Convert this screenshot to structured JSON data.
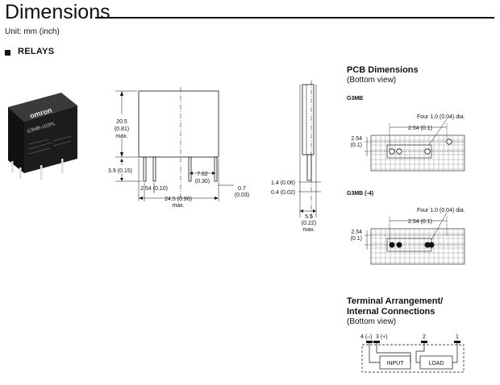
{
  "header": {
    "title": "Dimensions",
    "unit_note": "Unit: mm (inch)"
  },
  "section": {
    "title": "RELAYS"
  },
  "relay_photo": {
    "brand": "omron",
    "model": "G3MB-102PL"
  },
  "front_view": {
    "height": "20.5",
    "height_in": "(0.81)",
    "height_max": "max.",
    "pin_length": "3.9 (0.15)",
    "pin_pitch": "2.54 (0.10)",
    "pin_span": "7.62",
    "pin_span_in": "(0.30)",
    "pin_thick": "0.7",
    "pin_thick_in": "(0.03)",
    "width": "24.5 (0.96)",
    "width_max": "max."
  },
  "side_view": {
    "pin_width_a": "1.4 (0.06)",
    "pin_width_b": "0.4 (0.02)",
    "depth": "5.5",
    "depth_in": "(0.22)",
    "depth_max": "max."
  },
  "pcb": {
    "title": "PCB Dimensions",
    "subtitle": "(Bottom view)",
    "g3mb": {
      "label": "G3MB",
      "hole_note": "Four 1.0 (0.04) dia.",
      "pitch": "2.54 (0.1)",
      "row_a": "2.54",
      "row_b": "(0.1)"
    },
    "g3mb4": {
      "label": "G3MB (-4)",
      "hole_note": "Four 1.0 (0.04) dia.",
      "pitch": "2.54 (0.1)",
      "row_a": "2.54",
      "row_b": "(0.1)"
    }
  },
  "terminal": {
    "title_line1": "Terminal Arrangement/",
    "title_line2": "Internal Connections",
    "subtitle": "(Bottom view)",
    "pin4": "4 (–)",
    "pin3": "3 (+)",
    "pin2": "2",
    "pin1": "1",
    "input_label": "INPUT",
    "load_label": "LOAD"
  }
}
